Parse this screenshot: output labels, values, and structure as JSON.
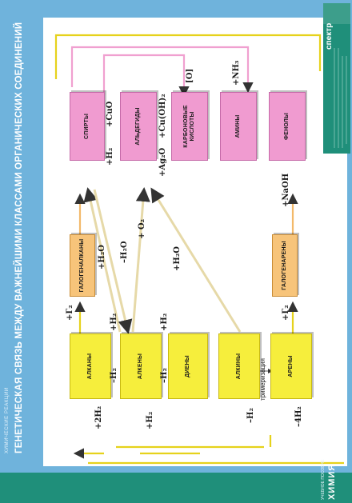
{
  "header": {
    "title": "ГЕНЕТИЧЕСКАЯ СВЯЗЬ МЕЖДУ ВАЖНЕЙШИМИ КЛАССАМИ ОРГАНИЧЕСКИХ СОЕДИНЕНИЙ",
    "series": "ХИМИЧЕСКИЕ РЕАКЦИИ",
    "subject": "ХИМИЯ",
    "subject_sub": "УЧЕБНОЕ ПОСОБИЕ",
    "logo": "спектр"
  },
  "colors": {
    "background": "#6fb3dc",
    "panel": "#ffffff",
    "bottom_band": "#1f8f7a",
    "yellow_box": "#f6ee3c",
    "pink_box": "#f09bd0",
    "orange_box": "#f7c47a"
  },
  "nodes": {
    "alkany": "АЛКАНЫ",
    "alkeny": "АЛКЕНЫ",
    "dieny": "ДИЕНЫ",
    "alkiny": "АЛКИНЫ",
    "areny": "АРЕНЫ",
    "galogenalkany": "ГАЛОГЕНАЛКАНЫ",
    "galogenareny": "ГАЛОГЕНАРЕНЫ",
    "spirty": "СПИРТЫ",
    "aldegidy": "АЛЬДЕГИДЫ",
    "karbonovye_line1": "КАРБОНОВЫЕ",
    "karbonovye_line2": "КИСЛОТЫ",
    "aminy": "АМИНЫ",
    "fenoly": "ФЕНОЛЫ"
  },
  "labels": {
    "plus_2h2": "+2H₂",
    "plus_h2_a": "+H₂",
    "minus_h2_a": "–H₂",
    "plus_h2_b": "+H₂",
    "minus_h2_b": "–H₂",
    "plus_h2_c": "+H₂",
    "minus_h2_c": "–H₂",
    "minus_4h2": "–4H₂",
    "trimerization": "тримеризация",
    "plus_g2_a": "+Г₂",
    "plus_g2_b": "+Г₂",
    "plus_h2o_a": "+H₂O",
    "minus_h2o": "–H₂O",
    "plus_o2": "+ O₂",
    "plus_h2o_b": "+H₂O",
    "plus_naoh": "+NaOH",
    "plus_h2_d": "+H₂",
    "plus_cuo": "+CuO",
    "plus_ag2o": "+Ag₂O",
    "plus_cu_oh2": "+Cu(OH)₂",
    "o_bracket": "[O]",
    "plus_nh3": "+NH₃"
  }
}
